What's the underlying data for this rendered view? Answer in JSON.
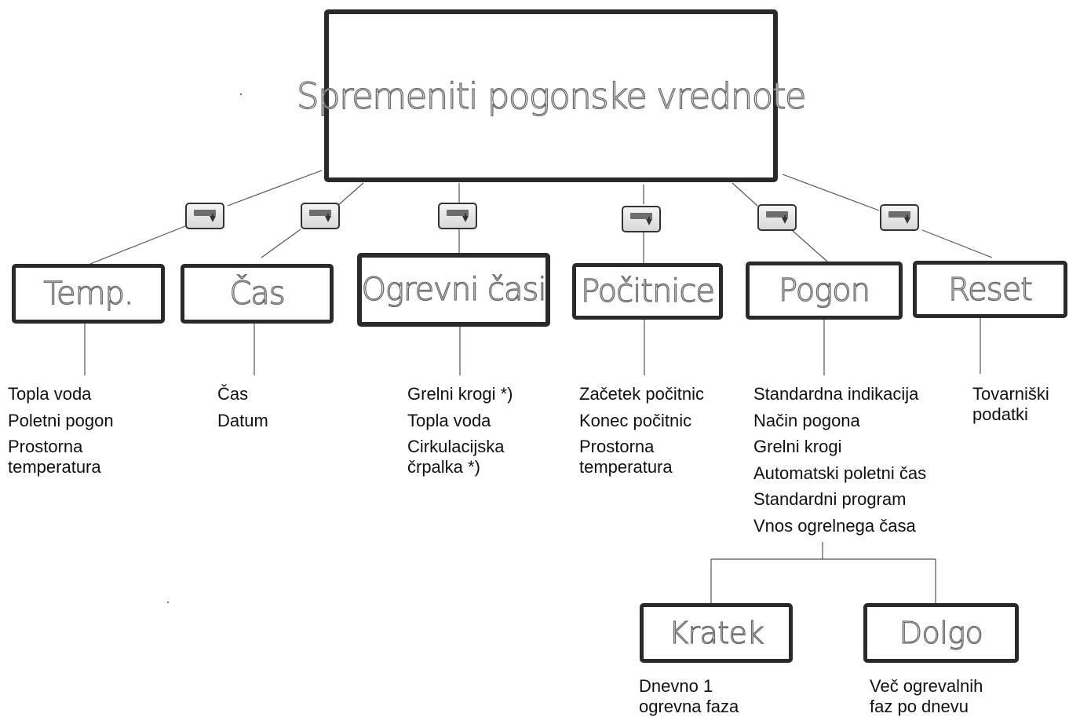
{
  "main": {
    "title": "Spremeniti pogonske vrednote"
  },
  "categories": [
    {
      "id": "temp",
      "title": "Temp.",
      "items": [
        "Topla voda",
        "Poletni pogon",
        "Prostorna\ntemperatura"
      ]
    },
    {
      "id": "cas",
      "title": "Čas",
      "items": [
        "Čas",
        "Datum"
      ]
    },
    {
      "id": "ogrevni",
      "title": "Ogrevni časi",
      "items": [
        "Grelni krogi *)",
        "Topla voda",
        "Cirkulacijska\nčrpalka *)"
      ]
    },
    {
      "id": "pocitnice",
      "title": "Počitnice",
      "items": [
        "Začetek počitnic",
        "Konec počitnic",
        "Prostorna\ntemperatura"
      ]
    },
    {
      "id": "pogon",
      "title": "Pogon",
      "items": [
        "Standardna indikacija",
        "Način pogona",
        "Grelni krogi",
        "Automatski poletni čas",
        "Standardni program",
        "Vnos ogrelnega časa"
      ]
    },
    {
      "id": "reset",
      "title": "Reset",
      "items": [
        "Tovarniški\npodatki"
      ]
    }
  ],
  "sub_options": [
    {
      "id": "kratek",
      "title": "Kratek",
      "items": [
        "Dnevno 1\nogrevna faza"
      ]
    },
    {
      "id": "dolgo",
      "title": "Dolgo",
      "items": [
        "Več ogrevalnih\nfaz po dnevu"
      ]
    }
  ],
  "icons": {
    "step": "menu-step-key-icon"
  },
  "colors": {
    "border": "#2a2a2a",
    "lines": "#555555",
    "title_outline": "#6a6a6a"
  }
}
